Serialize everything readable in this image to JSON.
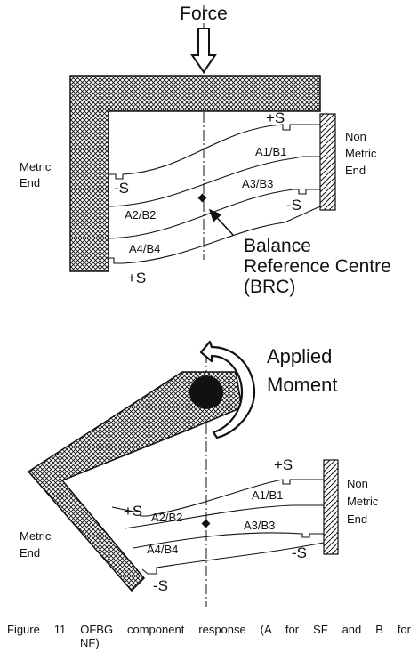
{
  "top_panel": {
    "force_label": "Force",
    "metric_end": [
      "Metric",
      "End"
    ],
    "non_metric_end": [
      "Non",
      "Metric",
      "End"
    ],
    "gauges": {
      "a1b1": "A1/B1",
      "a2b2": "A2/B2",
      "a3b3": "A3/B3",
      "a4b4": "A4/B4"
    },
    "signs": {
      "top_right": "+S",
      "left_mid": "-S",
      "right_mid": "-S",
      "bottom_left": "+S"
    },
    "brc_label": [
      "Balance",
      "Reference Centre",
      "(BRC)"
    ]
  },
  "bottom_panel": {
    "moment_label": [
      "Applied",
      "Moment"
    ],
    "metric_end": [
      "Metric",
      "End"
    ],
    "non_metric_end": [
      "Non",
      "Metric",
      "End"
    ],
    "gauges": {
      "a1b1": "A1/B1",
      "a2b2": "A2/B2",
      "a3b3": "A3/B3",
      "a4b4": "A4/B4"
    },
    "signs": {
      "top_right": "+S",
      "left_mid": "+S",
      "right_mid": "-S",
      "bottom_left": "-S"
    }
  },
  "caption": {
    "line1": "Figure 11  OFBG  component  response  (A  for  SF  and  B  for",
    "line2": "NF)"
  },
  "colors": {
    "hatch": "#111111",
    "background": "#ffffff"
  }
}
